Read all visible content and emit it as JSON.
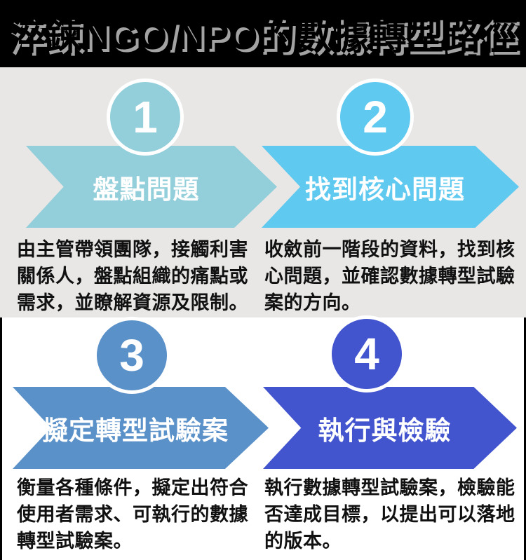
{
  "title": "淬鍊NGO/NPO的數據轉型路徑",
  "colors": {
    "banner_bg": "#000000",
    "top_section_bg": "#e8e7e5",
    "bottom_section_bg": "#ffffff",
    "title_shadow": "#a3a3a3",
    "step1_accent": "#92cfda",
    "step2_accent": "#5fc9f0",
    "step3_accent": "#5b91c9",
    "step4_accent": "#4355ce"
  },
  "steps": [
    {
      "number": "1",
      "label": "盤點問題",
      "description": "由主管帶領團隊，接觸利害關係人，盤點組織的痛點或需求，並瞭解資源及限制。",
      "color": "#92cfda"
    },
    {
      "number": "2",
      "label": "找到核心問題",
      "description": "收斂前一階段的資料，找到核心問題，並確認數據轉型試驗案的方向。",
      "color": "#5fc9f0"
    },
    {
      "number": "3",
      "label": "擬定轉型試驗案",
      "description": "衡量各種條件，擬定出符合使用者需求、可執行的數據轉型試驗案。",
      "color": "#5b91c9"
    },
    {
      "number": "4",
      "label": "執行與檢驗",
      "description": "執行數據轉型試驗案，檢驗能否達成目標，以提出可以落地的版本。",
      "color": "#4355ce"
    }
  ]
}
